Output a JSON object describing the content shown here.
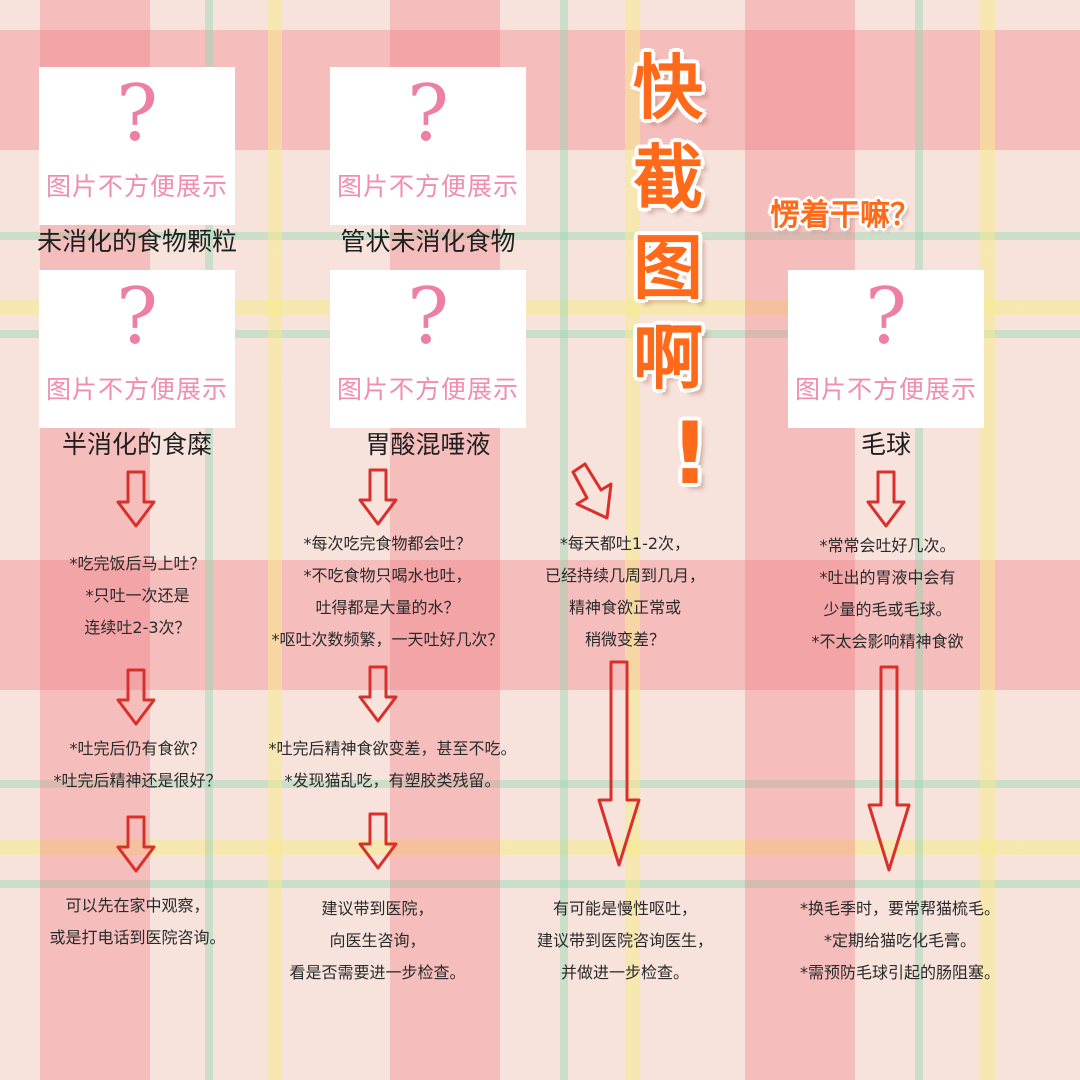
{
  "placeholder": {
    "mark": "?",
    "text": "图片不方便展示"
  },
  "title": {
    "chars": [
      "快",
      "截",
      "图",
      "啊",
      "!"
    ],
    "subtitle": "愣着干嘛？"
  },
  "columns": [
    {
      "items": [
        {
          "label": "未消化的食物颗粒"
        },
        {
          "label": "半消化的食糜"
        }
      ],
      "step1": [
        "*吃完饭后马上吐？",
        "*只吐一次还是",
        "连续吐2-3次？"
      ],
      "step2": [
        "*吐完后仍有食欲？",
        "*吐完后精神还是很好？"
      ],
      "advice": [
        "可以先在家中观察，",
        "或是打电话到医院咨询。"
      ]
    },
    {
      "items": [
        {
          "label": "管状未消化食物"
        },
        {
          "label": "胃酸混唾液"
        }
      ],
      "step1": [
        "*每次吃完食物都会吐？",
        "*不吃食物只喝水也吐，",
        "吐得都是大量的水？",
        "*呕吐次数频繁，一天吐好几次？"
      ],
      "step2": [
        "*吐完后精神食欲变差，甚至不吃。",
        "*发现猫乱吃，有塑胶类残留。"
      ],
      "advice": [
        "建议带到医院，",
        "向医生咨询，",
        "看是否需要进一步检查。"
      ]
    },
    {
      "step1": [
        "*每天都吐1-2次，",
        "已经持续几周到几月，",
        "精神食欲正常或",
        "稍微变差？"
      ],
      "advice": [
        "有可能是慢性呕吐，",
        "建议带到医院咨询医生，",
        "并做进一步检查。"
      ]
    },
    {
      "items": [
        {
          "label": "毛球"
        }
      ],
      "step1": [
        "*常常会吐好几次。",
        "*吐出的胃液中会有",
        "少量的毛或毛球。",
        "*不太会影响精神食欲"
      ],
      "advice": [
        "*换毛季时，要常帮猫梳毛。",
        "*定期给猫吃化毛膏。",
        "*需预防毛球引起的肠阻塞。"
      ]
    }
  ],
  "colors": {
    "arrow": "#d9302c",
    "title": "#ff6a1a",
    "placeholder": "#f08db0"
  }
}
